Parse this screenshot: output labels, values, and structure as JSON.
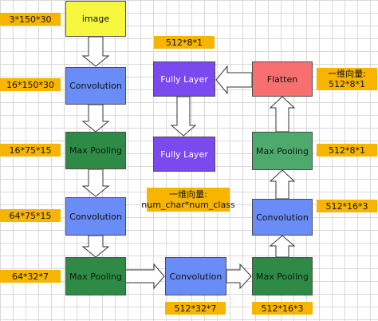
{
  "blocks": {
    "image": "image",
    "conv1": "Convolution",
    "pool1": "Max Pooling",
    "conv2": "Convolution",
    "pool2": "Max Pooling",
    "conv3": "Convolution",
    "pool3": "Max Pooling",
    "conv4": "Convolution",
    "pool4": "Max Pooling",
    "flatten": "Flatten",
    "fully1": "Fully Layer",
    "fully2": "Fully Layer"
  },
  "shapes": {
    "image": "3*150*30",
    "conv1": "16*150*30",
    "pool1": "16*75*15",
    "conv2": "64*75*15",
    "pool2": "64*32*7",
    "conv3": "512*32*7",
    "pool3": "512*16*3",
    "conv4": "512*16*3",
    "pool4": "512*8*1",
    "fully1": "512*8*1",
    "flatten_line1": "一维向量:",
    "flatten_line2": "512*8*1",
    "output_line1": "一维向量:",
    "output_line2": "num_char*num_class"
  },
  "colors": {
    "image": "#f7f740",
    "convolution": "#6a8cf7",
    "max_pooling": "#2e8b46",
    "fully_layer": "#7b49f0",
    "flatten": "#f86f6f",
    "shape_label": "#f7b500",
    "grid": "#d9d9d9"
  }
}
